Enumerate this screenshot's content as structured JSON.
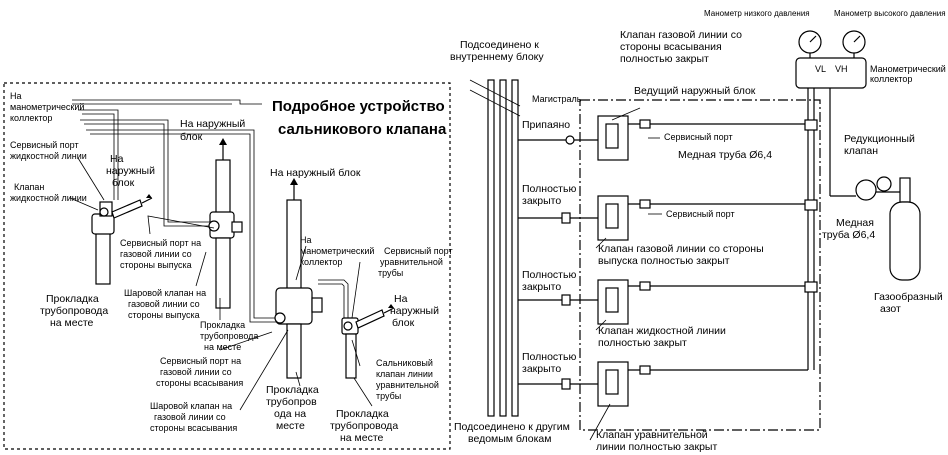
{
  "title": {
    "line1": "Подробное устройство",
    "line2": "сальникового клапана"
  },
  "left_labels": {
    "to_gauge_manifold_top": [
      "На",
      "манометрический",
      "коллектор"
    ],
    "liquid_service_port": [
      "Сервисный порт",
      "жидкостной линии"
    ],
    "liquid_valve": [
      "Клапан",
      "жидкостной линии"
    ],
    "to_outdoor_1": [
      "На",
      "наружный",
      "блок"
    ],
    "to_outdoor_2": [
      "На наружный",
      "блок"
    ],
    "pipe_gasket_1": [
      "Прокладка",
      "трубопровода",
      "на месте"
    ],
    "gas_discharge_service_port": [
      "Сервисный порт на",
      "газовой линии со",
      "стороны выпуска"
    ],
    "gas_discharge_ball_valve": [
      "Шаровой клапан на",
      "газовой линии со",
      "стороны выпуска"
    ],
    "pipe_gasket_2": [
      "Прокладка",
      "трубопровода",
      "на месте"
    ],
    "to_outdoor_3": "На наружный блок",
    "to_gauge_manifold_mid": [
      "На",
      "манометрический",
      "коллектор"
    ],
    "equalizer_service_port": [
      "Сервисный порт",
      "уравнительной",
      "трубы"
    ],
    "to_outdoor_4": [
      "На",
      "наружный",
      "блок"
    ],
    "gas_suction_service_port": [
      "Сервисный порт на",
      "газовой линии со",
      "стороны всасывания"
    ],
    "equalizer_valve": [
      "Сальниковый",
      "клапан линии",
      "уравнительной",
      "трубы"
    ],
    "gas_suction_ball_valve": [
      "Шаровой клапан на",
      "газовой линии со",
      "стороны всасывания"
    ],
    "pipe_gasket_3": [
      "Прокладка",
      "трубопров",
      "ода на",
      "месте"
    ],
    "pipe_gasket_4": [
      "Прокладка",
      "трубопровода",
      "на месте"
    ]
  },
  "right_labels": {
    "connected_indoor": [
      "Подсоединено к",
      "внутреннему блоку"
    ],
    "main_line": "Магистраль",
    "brazed": "Припаяно",
    "fully_closed_1": [
      "Полностью",
      "закрыто"
    ],
    "fully_closed_2": [
      "Полностью",
      "закрыто"
    ],
    "fully_closed_3": [
      "Полностью",
      "закрыто"
    ],
    "connected_slaves": [
      "Подсоединено к другим",
      "ведомым блокам"
    ],
    "gas_suction_closed": [
      "Клапан газовой линии со",
      "стороны всасывания",
      "полностью закрыт"
    ],
    "master_outdoor": "Ведущий наружный блок",
    "service_port_1": "Сервисный порт",
    "copper_pipe_1": "Медная труба Ø6,4",
    "service_port_2": "Сервисный порт",
    "gas_discharge_closed": [
      "Клапан газовой линии со стороны",
      "выпуска полностью закрыт"
    ],
    "liquid_closed": [
      "Клапан жидкостной линии",
      "полностью закрыт"
    ],
    "equalizer_closed": [
      "Клапан уравнительной",
      "линии полностью закрыт"
    ],
    "low_gauge": "Манометр низкого давления",
    "high_gauge": "Манометр высокого давления",
    "vl": "VL",
    "vh": "VH",
    "gauge_manifold": [
      "Манометрический",
      "коллектор"
    ],
    "reducing_valve": [
      "Редукционный",
      "клапан"
    ],
    "copper_pipe_2": [
      "Медная",
      "труба Ø6,4"
    ],
    "nitrogen": [
      "Газообразный",
      "азот"
    ]
  }
}
